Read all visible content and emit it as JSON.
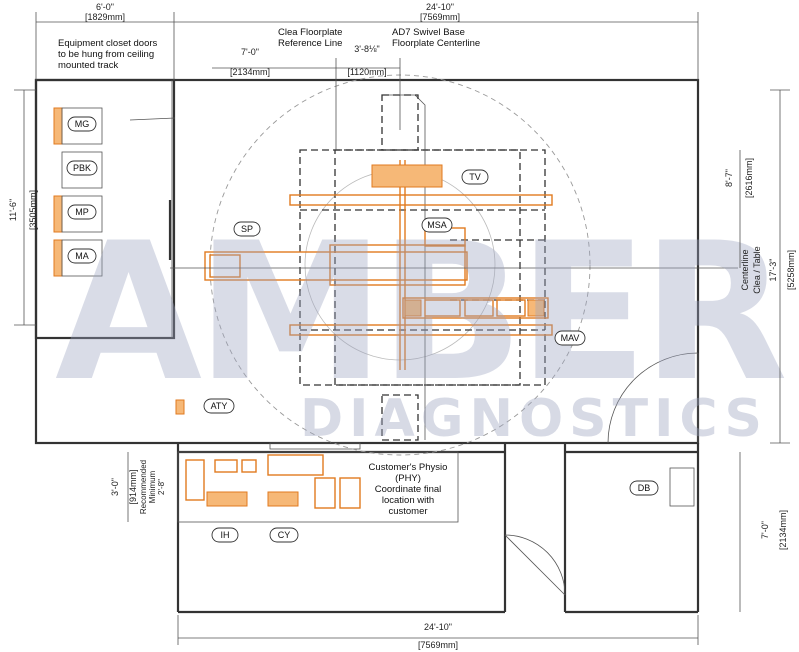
{
  "dimensions": {
    "top_left_imperial": "6'-0\"",
    "top_left_metric": "[1829mm]",
    "top_overall_imperial": "24'-10\"",
    "top_overall_metric": "[7569mm]",
    "ref_imperial": "7'-0\"",
    "ref_metric": "[2134mm]",
    "swivel_imperial": "3'-8⅛\"",
    "swivel_metric": "[1120mm]",
    "left_height_imperial": "11'-6\"",
    "left_height_metric": "[3505mm]",
    "right_upper_imperial": "8'-7\"",
    "right_upper_metric": "[2616mm]",
    "right_overall_imperial": "17'-3\"",
    "right_overall_metric": "[5258mm]",
    "physio_height_imperial": "3'-0\"",
    "physio_height_metric": "[914mm]",
    "physio_min_label": "Recommended",
    "physio_min_label2": "Minimum",
    "physio_min_value": "2'-8\"",
    "right_lower_imperial": "7'-0\"",
    "right_lower_metric": "[2134mm]",
    "bottom_overall_imperial": "24'-10\"",
    "bottom_overall_metric": "[7569mm]"
  },
  "notes": {
    "closet_line1": "Equipment closet doors",
    "closet_line2": "to be hung from ceiling",
    "closet_line3": "mounted track",
    "clea_line1": "Clea Floorplate",
    "clea_line2": "Reference Line",
    "swivel_line1": "AD7 Swivel Base",
    "swivel_line2": "Floorplate Centerline",
    "centerline_line1": "Centerline",
    "centerline_line2": "Clea / Table",
    "physio_line1": "Customer's Physio",
    "physio_line2": "(PHY)",
    "physio_line3": "Coordinate final",
    "physio_line4": "location with",
    "physio_line5": "customer"
  },
  "tags": {
    "mg": "MG",
    "pbk": "PBK",
    "mp": "MP",
    "ma": "MA",
    "tv": "TV",
    "sp": "SP",
    "msa": "MSA",
    "mav": "MAV",
    "aty": "ATY",
    "db": "DB",
    "ih": "IH",
    "cy": "CY"
  },
  "watermark": {
    "main": "AMBER",
    "sub": "DIAGNOSTICS"
  },
  "colors": {
    "equipment": "#e07a1f",
    "equipment_fill": "#f6b877",
    "watermark": "#9aa2bf",
    "walls": "#333333"
  }
}
